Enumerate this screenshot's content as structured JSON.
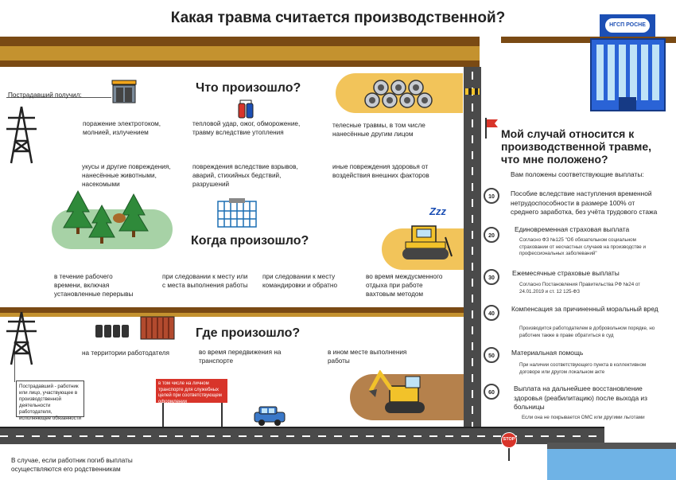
{
  "title": "Какая травма считается производственной?",
  "building_sign": "НГСП РОСНЕ",
  "sections": {
    "what": {
      "heading": "Что произошло?",
      "victim_label": "Пострадавший получил:",
      "items": [
        "поражение электротоком, молнией, излучением",
        "тепловой удар, ожог, обморожение, травму вследствие утопления",
        "телесные травмы, в том числе нанесённые другим лицом",
        "укусы и другие повреждения, нанесённые животными, насекомыми",
        "повреждения вследствие взрывов, аварий, стихийных бедствий, разрушений",
        "иные повреждения здоровья от воздействия внешних факторов"
      ]
    },
    "when": {
      "heading": "Когда произошло?",
      "items": [
        "в течение рабочего времени, включая установленные перерывы",
        "при следовании к месту или с места выполнения работы",
        "при следовании к месту командировки и обратно",
        "во время междусменного отдыха при работе вахтовым методом"
      ]
    },
    "where": {
      "heading": "Где произошло?",
      "items": [
        "на территории работодателя",
        "во время передвижения на транспорте",
        "в ином месте выполнения работы"
      ]
    }
  },
  "victim_definition": "Пострадавший - работник или лицо, участвующее в производственной деятельности работодателя, исполняющее обязанности",
  "transport_note": "в том числе на личном транспорте для служебных целей при соответствующем оформлении",
  "death_note": "В случае, если работник погиб выплаты осуществляются его родственникам",
  "sleep_symbol": "Zzz",
  "stop_sign": "STOP",
  "right_panel": {
    "heading": "Мой случай относится к производственной травме, что мне положено?",
    "intro": "Вам положены соответствующие выплаты:",
    "payments": [
      {
        "badge": "10",
        "title": "Пособие вследствие наступления временной нетрудоспособности в размере 100% от среднего заработка, без учёта трудового стажа",
        "note": ""
      },
      {
        "badge": "20",
        "title": "Единовременная страховая выплата",
        "note": "Согласно ФЗ №125 \"Об обязательном социальном страховании от несчастных случаев на производстве и профессиональных заболеваний\""
      },
      {
        "badge": "30",
        "title": "Ежемесячные страховые выплаты",
        "note": "Согласно Постановления Правительства РФ №24 от 24.01.2019 и ст. 12 125-ФЗ"
      },
      {
        "badge": "40",
        "title": "Компенсация за причиненный моральный вред",
        "note": "Производится работодателем в добровольном порядке, но работник также в праве обратиться в суд"
      },
      {
        "badge": "50",
        "title": "Материальная помощь",
        "note": "При наличии соответствующего пункта в коллективном договоре или другом локальном акте"
      },
      {
        "badge": "60",
        "title": "Выплата на дальнейшее восстановление здоровья (реабилитацию) после выхода из больницы",
        "note": "Если она не покрывается ОМС или другими льготами"
      }
    ]
  }
}
